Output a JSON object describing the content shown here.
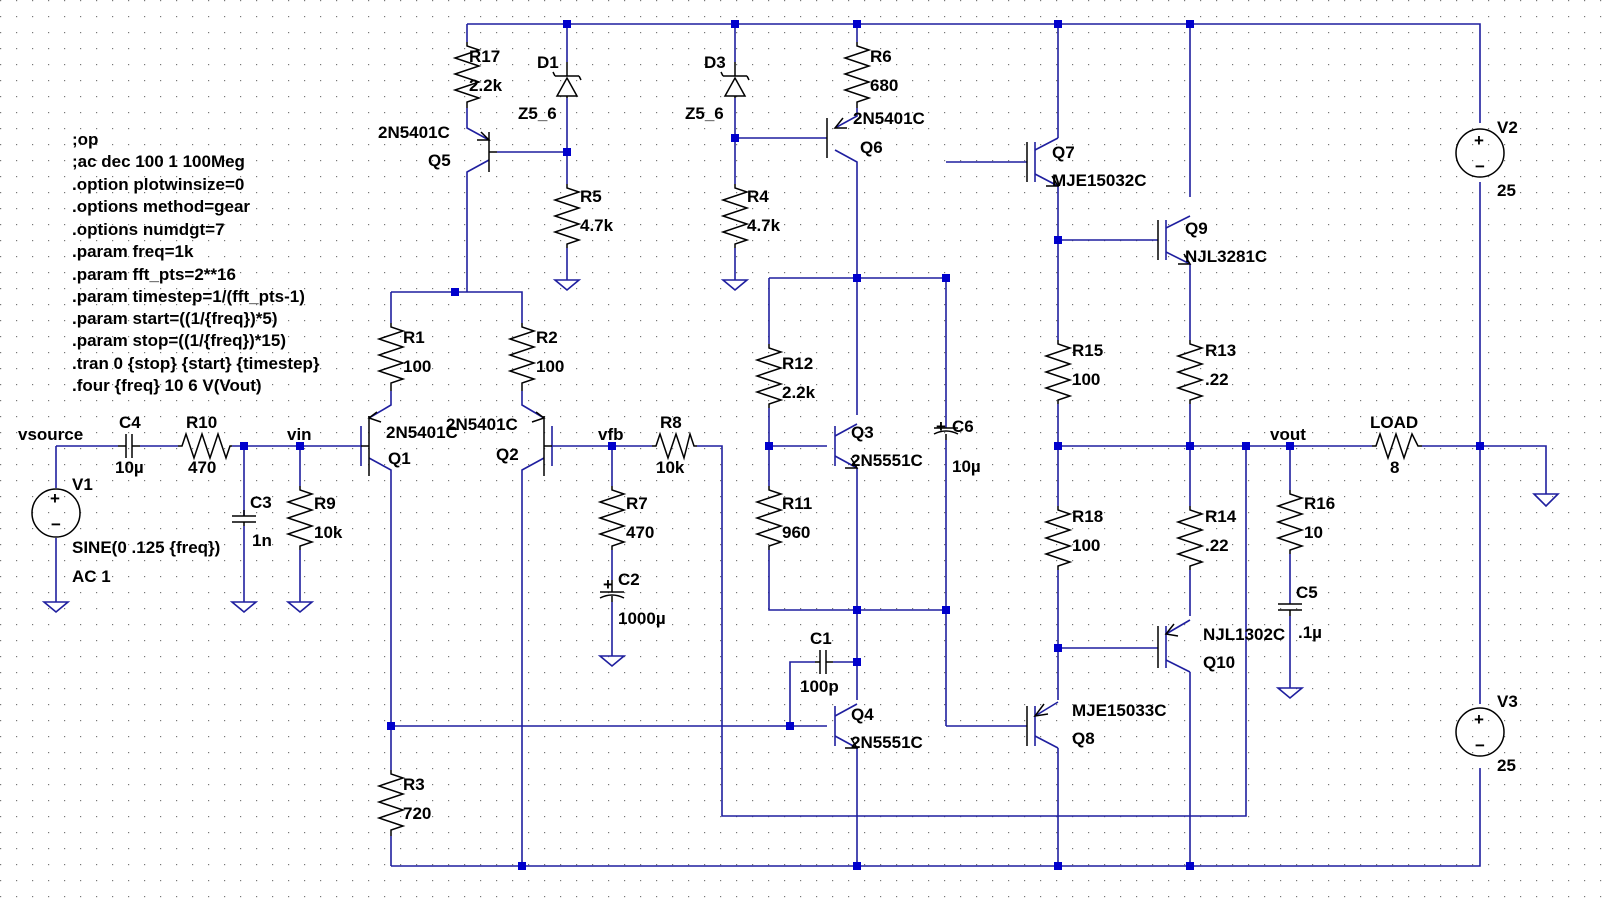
{
  "directives": [
    ";op",
    ";ac dec 100 1 100Meg",
    ".option plotwinsize=0",
    ".options method=gear",
    ".options numdgt=7",
    ".param freq=1k",
    ".param fft_pts=2**16",
    ".param timestep=1/(fft_pts-1)",
    ".param start=((1/{freq})*5)",
    ".param stop=((1/{freq})*15)",
    ".tran 0 {stop} {start} {timestep}",
    ".four {freq} 10 6 V(Vout)"
  ],
  "nets": {
    "vsource": "vsource",
    "vin": "vin",
    "vfb": "vfb",
    "vout": "vout"
  },
  "resistors": {
    "R1": {
      "name": "R1",
      "value": "100"
    },
    "R2": {
      "name": "R2",
      "value": "100"
    },
    "R3": {
      "name": "R3",
      "value": "720"
    },
    "R4": {
      "name": "R4",
      "value": "4.7k"
    },
    "R5": {
      "name": "R5",
      "value": "4.7k"
    },
    "R6": {
      "name": "R6",
      "value": "680"
    },
    "R7": {
      "name": "R7",
      "value": "470"
    },
    "R8": {
      "name": "R8",
      "value": "10k"
    },
    "R9": {
      "name": "R9",
      "value": "10k"
    },
    "R10": {
      "name": "R10",
      "value": "470"
    },
    "R11": {
      "name": "R11",
      "value": "960"
    },
    "R12": {
      "name": "R12",
      "value": "2.2k"
    },
    "R13": {
      "name": "R13",
      "value": ".22"
    },
    "R14": {
      "name": "R14",
      "value": ".22"
    },
    "R15": {
      "name": "R15",
      "value": "100"
    },
    "R16": {
      "name": "R16",
      "value": "10"
    },
    "R17": {
      "name": "R17",
      "value": "2.2k"
    },
    "R18": {
      "name": "R18",
      "value": "100"
    },
    "LOAD": {
      "name": "LOAD",
      "value": "8"
    }
  },
  "capacitors": {
    "C1": {
      "name": "C1",
      "value": "100p"
    },
    "C2": {
      "name": "C2",
      "value": "1000µ"
    },
    "C3": {
      "name": "C3",
      "value": "1n"
    },
    "C4": {
      "name": "C4",
      "value": "10µ"
    },
    "C5": {
      "name": "C5",
      "value": ".1µ"
    },
    "C6": {
      "name": "C6",
      "value": "10µ"
    }
  },
  "diodes": {
    "D1": {
      "name": "D1",
      "value": "Z5_6"
    },
    "D3": {
      "name": "D3",
      "value": "Z5_6"
    }
  },
  "transistors": {
    "Q1": {
      "name": "Q1",
      "model": "2N5401C"
    },
    "Q2": {
      "name": "Q2",
      "model": "2N5401C"
    },
    "Q3": {
      "name": "Q3",
      "model": "2N5551C"
    },
    "Q4": {
      "name": "Q4",
      "model": "2N5551C"
    },
    "Q5": {
      "name": "Q5",
      "model": "2N5401C"
    },
    "Q6": {
      "name": "Q6",
      "model": "2N5401C"
    },
    "Q7": {
      "name": "Q7",
      "model": "MJE15032C"
    },
    "Q8": {
      "name": "Q8",
      "model": "MJE15033C"
    },
    "Q9": {
      "name": "Q9",
      "model": "NJL3281C"
    },
    "Q10": {
      "name": "Q10",
      "model": "NJL1302C"
    }
  },
  "sources": {
    "V1": {
      "name": "V1",
      "value": "SINE(0 .125 {freq})",
      "value2": "AC 1"
    },
    "V2": {
      "name": "V2",
      "value": "25"
    },
    "V3": {
      "name": "V3",
      "value": "25"
    }
  }
}
